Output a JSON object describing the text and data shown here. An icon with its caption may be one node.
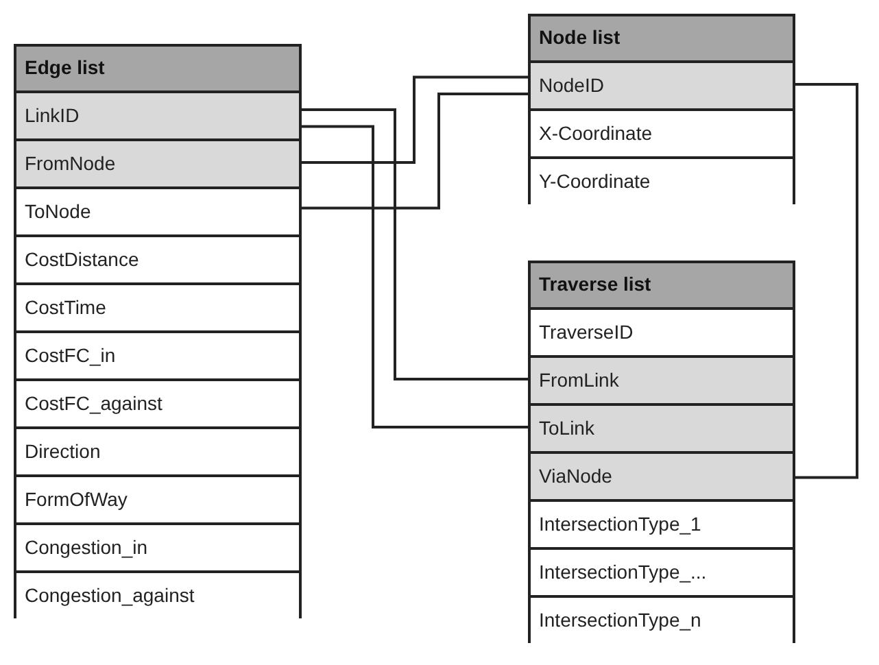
{
  "diagram": {
    "nodes": [
      {
        "text": [
          "Edge list"
        ]
      },
      {
        "text": [
          "LinkID"
        ],
        "in": 0
      },
      {
        "text": [
          "FromNode"
        ],
        "in": 0
      },
      {
        "text": [
          "ToNode"
        ],
        "in": 0
      },
      {
        "text": [
          "CostDistance"
        ],
        "in": 0
      },
      {
        "text": [
          "CostTime"
        ],
        "in": 0
      },
      {
        "text": [
          "CostFC_in"
        ],
        "in": 0
      },
      {
        "text": [
          "CostFC_against"
        ],
        "in": 0
      },
      {
        "text": [
          "Direction"
        ],
        "in": 0
      },
      {
        "text": [
          "FormOfWay"
        ],
        "in": 0
      },
      {
        "text": [
          "Congestion_in"
        ],
        "in": 0
      },
      {
        "text": [
          "Congestion_against"
        ],
        "in": 0
      },
      {
        "text": [
          "Node list"
        ]
      },
      {
        "text": [
          "NodeID"
        ],
        "in": 12
      },
      {
        "text": [
          "X-Coordinate"
        ],
        "in": 12
      },
      {
        "text": [
          "Y-Coordinate"
        ],
        "in": 12
      },
      {
        "text": [
          "Traverse list"
        ]
      },
      {
        "text": [
          "TraverseID"
        ],
        "in": 16
      },
      {
        "text": [
          "FromLink"
        ],
        "in": 16
      },
      {
        "text": [
          "ToLink"
        ],
        "in": 16
      },
      {
        "text": [
          "ViaNode"
        ],
        "in": 16
      },
      {
        "text": [
          "IntersectionType_1"
        ],
        "in": 16
      },
      {
        "text": [
          "IntersectionType_..."
        ],
        "in": 16
      },
      {
        "text": [
          "IntersectionType_n"
        ],
        "in": 16
      }
    ],
    "edges": [
      {
        "from": 1,
        "to": 18,
        "arrow": "none"
      },
      {
        "from": 1,
        "to": 19,
        "arrow": "none"
      },
      {
        "from": 2,
        "to": 13,
        "arrow": "none"
      },
      {
        "from": 3,
        "to": 13,
        "arrow": "none"
      },
      {
        "from": 13,
        "to": 20,
        "arrow": "none"
      }
    ]
  }
}
